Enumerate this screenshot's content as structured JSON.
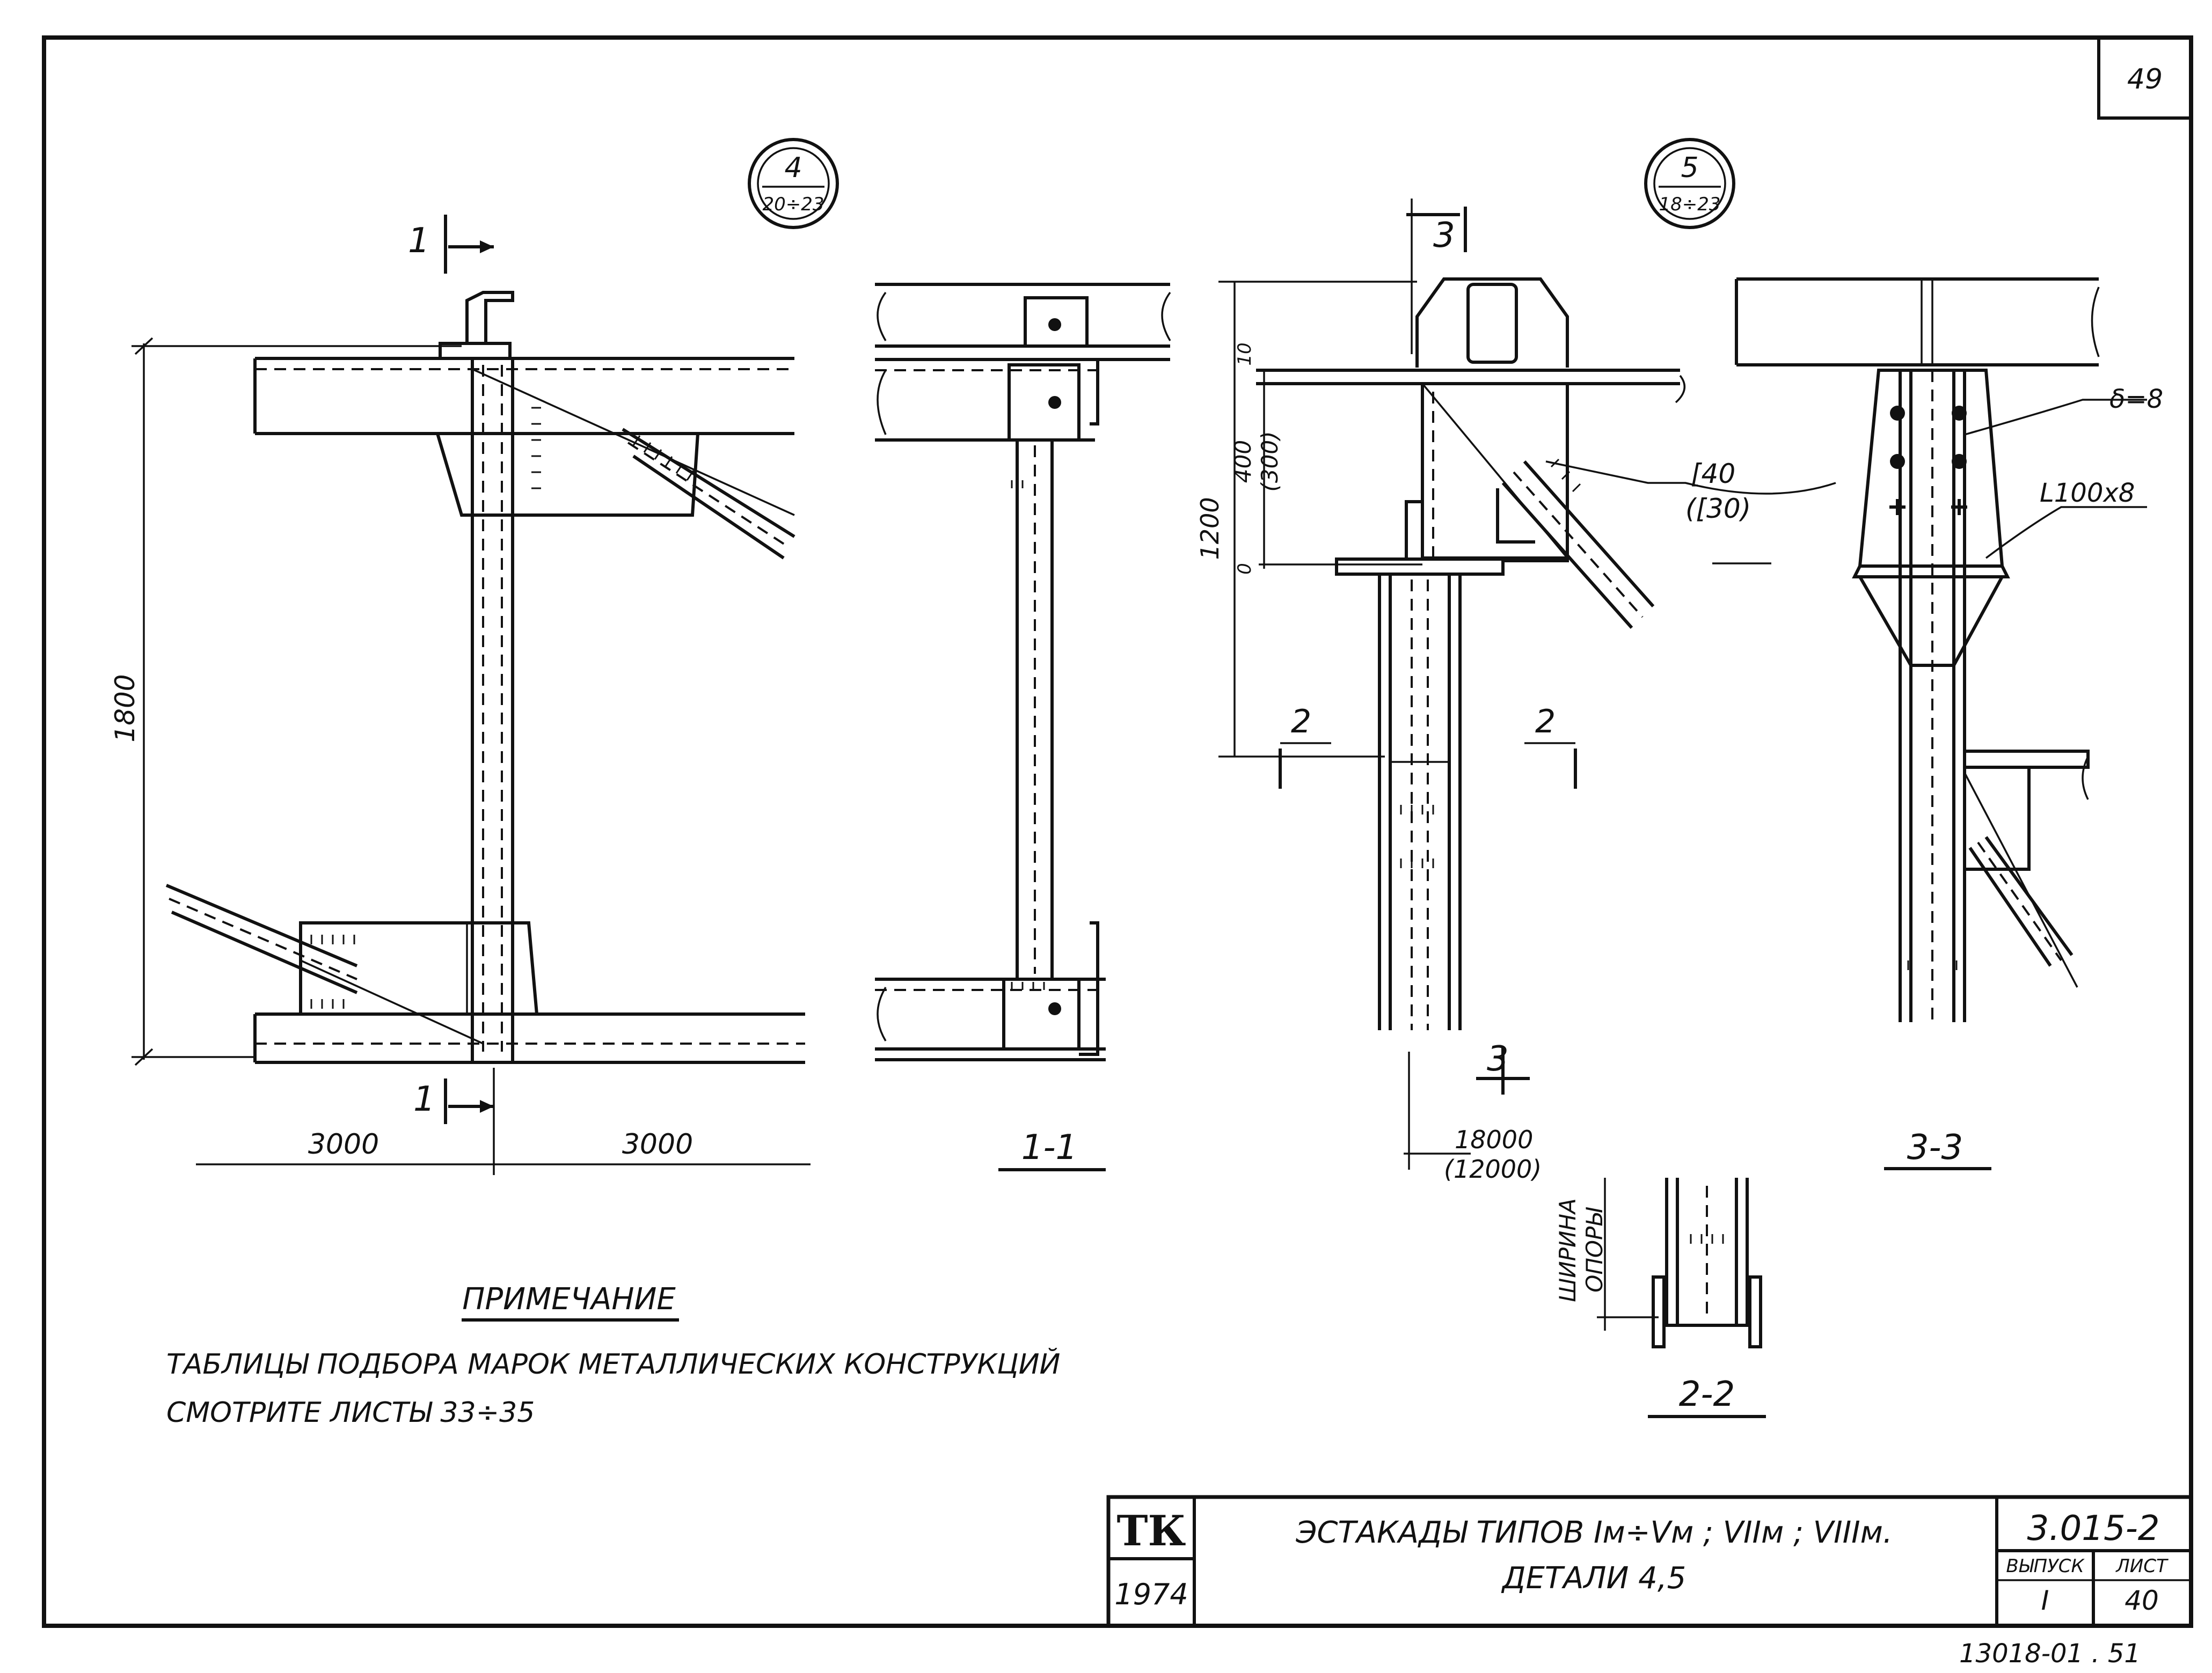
{
  "sheet": {
    "corner_number": "49",
    "inventory_number": "13018-01 . 51"
  },
  "callouts": [
    {
      "number": "4",
      "sheets": "20÷23"
    },
    {
      "number": "5",
      "sheets": "18÷23"
    }
  ],
  "view_left": {
    "section_mark_top": "1",
    "section_mark_bottom": "1",
    "height_dim": "1800",
    "span_left": "3000",
    "span_right": "3000"
  },
  "view_section_1_1": {
    "title": "1-1"
  },
  "view_detail5": {
    "section_mark_top": "3",
    "section_mark_bottom": "3",
    "dim_top": "10",
    "dim_mid": "400",
    "dim_mid_alt": "(300)",
    "dim_low": "0",
    "height_dim": "1200",
    "section_mark_left": "2",
    "section_mark_right": "2",
    "channel": "[40",
    "channel_alt": "([30)",
    "width_dim": "18000",
    "width_dim_alt": "(12000)",
    "support_width_label_1": "ШИРИНА",
    "support_width_label_2": "ОПОРЫ"
  },
  "view_section_3_3": {
    "title": "3-3",
    "plate_label": "δ=8",
    "angle_label": "L100x8"
  },
  "view_section_2_2": {
    "title": "2-2"
  },
  "note": {
    "heading": "ПРИМЕЧАНИЕ",
    "line1": "ТАБЛИЦЫ ПОДБОРА МАРОК МЕТАЛЛИЧЕСКИХ КОНСТРУКЦИЙ",
    "line2": "СМОТРИТЕ ЛИСТЫ 33÷35"
  },
  "title_block": {
    "logo": "ТК",
    "year": "1974",
    "title_line1": "ЭСТАКАДЫ ТИПОВ Iм÷Vм ; VIIм ; VIIIм.",
    "title_line2": "ДЕТАЛИ 4,5",
    "doc_code": "3.015-2",
    "issue_label": "ВЫПУСК",
    "issue_value": "I",
    "sheet_label": "ЛИСТ",
    "sheet_value": "40"
  }
}
